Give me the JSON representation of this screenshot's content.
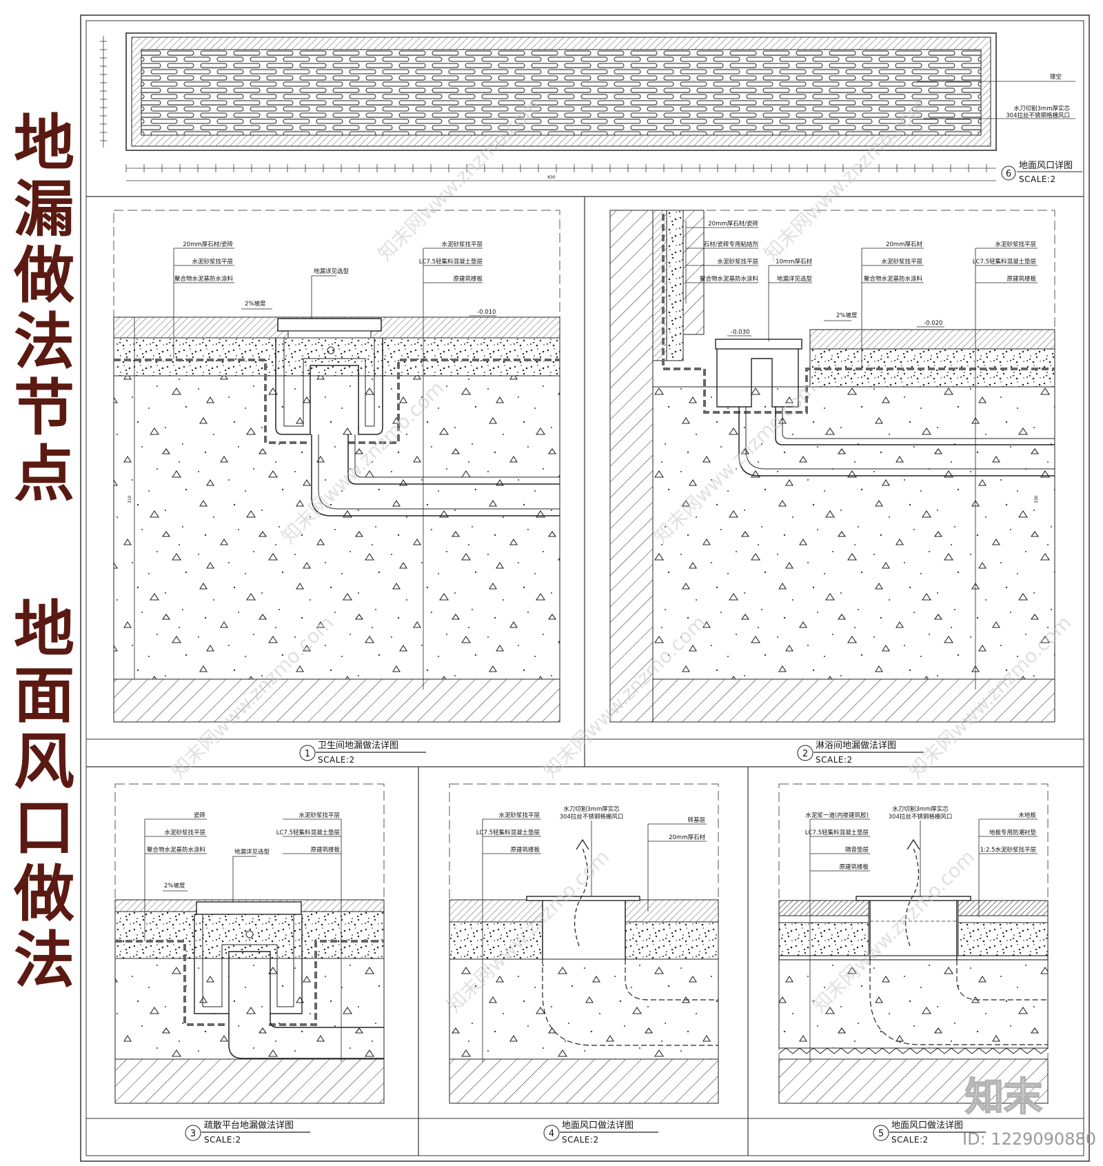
{
  "side_titles": {
    "title1": [
      "地",
      "漏",
      "做",
      "法",
      "节",
      "点"
    ],
    "title2": [
      "地",
      "面",
      "风",
      "口",
      "做",
      "法"
    ]
  },
  "detail6": {
    "number": "6",
    "caption": "地面风口详图",
    "scale": "SCALE:2",
    "label_top": "镂空",
    "label_bottom_1": "水刀切割3mm厚实芯",
    "label_bottom_2": "304拉丝不锈钢格栅风口",
    "overall_dim": "830"
  },
  "detail1": {
    "number": "1",
    "caption": "卫生间地漏做法详图",
    "scale": "SCALE:2",
    "left_labels": [
      "20mm厚石材/瓷砖",
      "水泥砂浆找平层",
      "聚合物水泥基防水涂料"
    ],
    "center_label": "地漏详见选型",
    "right_labels": [
      "水泥砂浆找平层",
      "LC7.5轻集料混凝土垫层",
      "原建筑楼板"
    ],
    "slope": "2%坡度",
    "level": "-0.010",
    "dim": "310"
  },
  "detail2": {
    "number": "2",
    "caption": "淋浴间地漏做法详图",
    "scale": "SCALE:2",
    "wall_labels": [
      "20mm厚石材/瓷砖",
      "石材/瓷砖专用粘结剂",
      "水泥砂浆找平层",
      "聚合物水泥基防水涂料"
    ],
    "mid_labels": [
      "10mm厚石材",
      "地漏详见选型"
    ],
    "center_labels": [
      "20mm厚石材",
      "水泥砂浆找平层",
      "聚合物水泥基防水涂料"
    ],
    "right_labels": [
      "水泥砂浆找平层",
      "LC7.5轻集料混凝土垫层",
      "原建筑楼板"
    ],
    "slope": "2%坡度",
    "level_left": "-0.030",
    "level_right": "-0.020",
    "dim": "330"
  },
  "detail3": {
    "number": "3",
    "caption": "疏散平台地漏做法详图",
    "scale": "SCALE:2",
    "left_labels": [
      "瓷砖",
      "水泥砂浆找平层",
      "聚合物水泥基防水涂料"
    ],
    "center_label": "地漏详见选型",
    "right_labels": [
      "水泥砂浆找平层",
      "LC7.5轻集料混凝土垫层",
      "原建筑楼板"
    ],
    "slope": "2%坡度"
  },
  "detail4": {
    "number": "4",
    "caption": "地面风口做法详图",
    "scale": "SCALE:2",
    "top_label_1": "水刀切割3mm厚实芯",
    "top_label_2": "304拉丝不锈钢格栅风口",
    "left_labels": [
      "水泥砂浆找平层",
      "LC7.5轻集料混凝土垫层",
      "原建筑楼板"
    ],
    "right_labels": [
      "转基层",
      "20mm厚石材"
    ]
  },
  "detail5": {
    "number": "5",
    "caption": "地面风口做法详图",
    "scale": "SCALE:2",
    "top_label_1": "水刀切割3mm厚实芯",
    "top_label_2": "304拉丝不锈钢格栅风口",
    "left_labels": [
      "水泥浆一道(内掺建筑胶)",
      "LC7.5轻集料混凝土垫层",
      "隔音垫层",
      "原建筑楼板"
    ],
    "right_labels": [
      "木地板",
      "地板专用防潮衬垫",
      "1:2.5水泥砂浆找平层"
    ]
  },
  "watermark": "知末网www.znzmo.com",
  "logo": "知末",
  "id_text": "ID: 1229090880"
}
